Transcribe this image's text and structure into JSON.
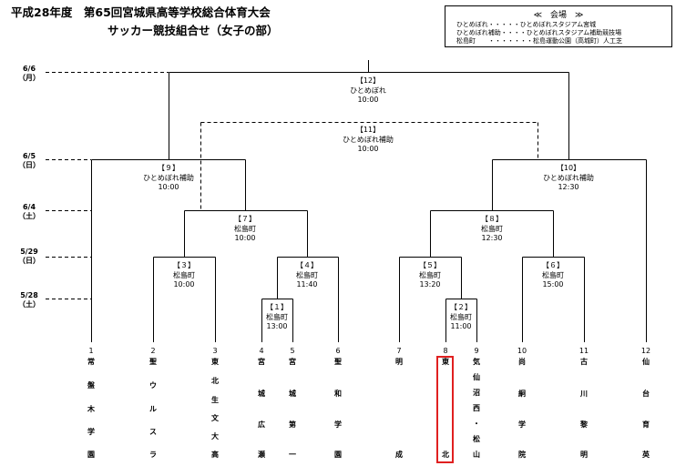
{
  "title": {
    "line1": "平成28年度　第65回宮城県高等学校総合体育大会",
    "line2": "サッカー競技組合せ（女子の部）"
  },
  "legend": {
    "heading": "≪　会場　≫",
    "rows": [
      "ひとめぼれ・・・・・ひとめぼれスタジアム宮城",
      "ひとめぼれ補助・・・・ひとめぼれスタジアム補助競技場",
      "松島町　　・・・・・・・松島運動公園（高城町）人工芝"
    ]
  },
  "dates": [
    {
      "date": "6/6",
      "day": "（月）"
    },
    {
      "date": "6/5",
      "day": "（日）"
    },
    {
      "date": "6/4",
      "day": "（土）"
    },
    {
      "date": "5/29",
      "day": "（日）"
    },
    {
      "date": "5/28",
      "day": "（土）"
    }
  ],
  "matches": [
    {
      "no": "【12】",
      "venue": "ひとめぼれ",
      "time": "10:00"
    },
    {
      "no": "【11】",
      "venue": "ひとめぼれ補助",
      "time": "10:00"
    },
    {
      "no": "【９】",
      "venue": "ひとめぼれ補助",
      "time": "10:00"
    },
    {
      "no": "【10】",
      "venue": "ひとめぼれ補助",
      "time": "12:30"
    },
    {
      "no": "【７】",
      "venue": "松島町",
      "time": "10:00"
    },
    {
      "no": "【８】",
      "venue": "松島町",
      "time": "12:30"
    },
    {
      "no": "【３】",
      "venue": "松島町",
      "time": "10:00"
    },
    {
      "no": "【４】",
      "venue": "松島町",
      "time": "11:40"
    },
    {
      "no": "【５】",
      "venue": "松島町",
      "time": "13:20"
    },
    {
      "no": "【６】",
      "venue": "松島町",
      "time": "15:00"
    },
    {
      "no": "【１】",
      "venue": "松島町",
      "time": "13:00"
    },
    {
      "no": "【２】",
      "venue": "松島町",
      "time": "11:00"
    }
  ],
  "teams": [
    {
      "num": "1",
      "name": [
        "常",
        "盤",
        "木",
        "学",
        "園"
      ]
    },
    {
      "num": "2",
      "name": [
        "聖",
        "ウ",
        "ル",
        "ス",
        "ラ"
      ]
    },
    {
      "num": "3",
      "name": [
        "東",
        "北",
        "生",
        "文",
        "大",
        "高"
      ]
    },
    {
      "num": "4",
      "name": [
        "宮",
        "城",
        "広",
        "瀬"
      ]
    },
    {
      "num": "5",
      "name": [
        "宮",
        "城",
        "第",
        "一"
      ]
    },
    {
      "num": "6",
      "name": [
        "聖",
        "和",
        "学",
        "園"
      ]
    },
    {
      "num": "7",
      "name": [
        "明",
        "成"
      ]
    },
    {
      "num": "8",
      "name": [
        "東",
        "北"
      ]
    },
    {
      "num": "9",
      "name": [
        "気",
        "仙",
        "沼",
        "西",
        "・",
        "松",
        "山"
      ]
    },
    {
      "num": "10",
      "name": [
        "尚",
        "絅",
        "学",
        "院"
      ]
    },
    {
      "num": "11",
      "name": [
        "古",
        "川",
        "黎",
        "明"
      ]
    },
    {
      "num": "12",
      "name": [
        "仙",
        "台",
        "育",
        "英"
      ]
    }
  ]
}
